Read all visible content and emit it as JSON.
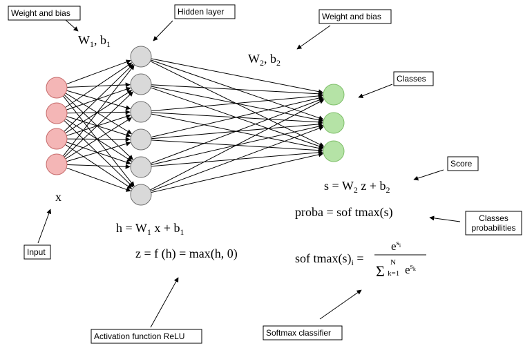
{
  "labels": {
    "weight_bias_1": "Weight and bias",
    "hidden_layer": "Hidden layer",
    "weight_bias_2": "Weight and bias",
    "classes": "Classes",
    "score": "Score",
    "classes_probabilities_line1": "Classes",
    "classes_probabilities_line2": "probabilities",
    "input": "Input",
    "activation": "Activation function ReLU",
    "softmax": "Softmax classifier"
  },
  "math": {
    "w1_W": "W",
    "w1_sub": "1",
    "w1_b": ", b",
    "w1_bsub": "1",
    "w2_W": "W",
    "w2_sub": "2",
    "w2_b": ", b",
    "w2_bsub": "2",
    "x": "x",
    "h_eq_a": "h = W",
    "h_eq_sub": "1",
    "h_eq_b": " x + b",
    "h_eq_bsub": "1",
    "z_eq": "z = f (h) = max(h, 0)",
    "s_eq_a": "s = W",
    "s_eq_sub": "2",
    "s_eq_b": " z + b",
    "s_eq_bsub": "2",
    "proba_eq": "proba = sof tmax(s)",
    "softmax_lhs": "sof tmax(s)",
    "softmax_lhs_sub": "i",
    "softmax_eq": " =",
    "num_e": "e",
    "num_sup": "s",
    "num_sup_sub": "i",
    "den_sigma": "Σ",
    "den_upper": "N",
    "den_lower": "k=1",
    "den_e": "e",
    "den_sup": "s",
    "den_sup_sub": "k"
  },
  "layers": {
    "input_count": 4,
    "hidden_count": 6,
    "output_count": 3
  },
  "colors": {
    "input_fill": "#f4b6b6",
    "input_stroke": "#c66b6b",
    "hidden_fill": "#d9d9d9",
    "hidden_stroke": "#6f6f6f",
    "output_fill": "#b5e3a6",
    "output_stroke": "#7fbf6a",
    "edge": "#000000"
  }
}
